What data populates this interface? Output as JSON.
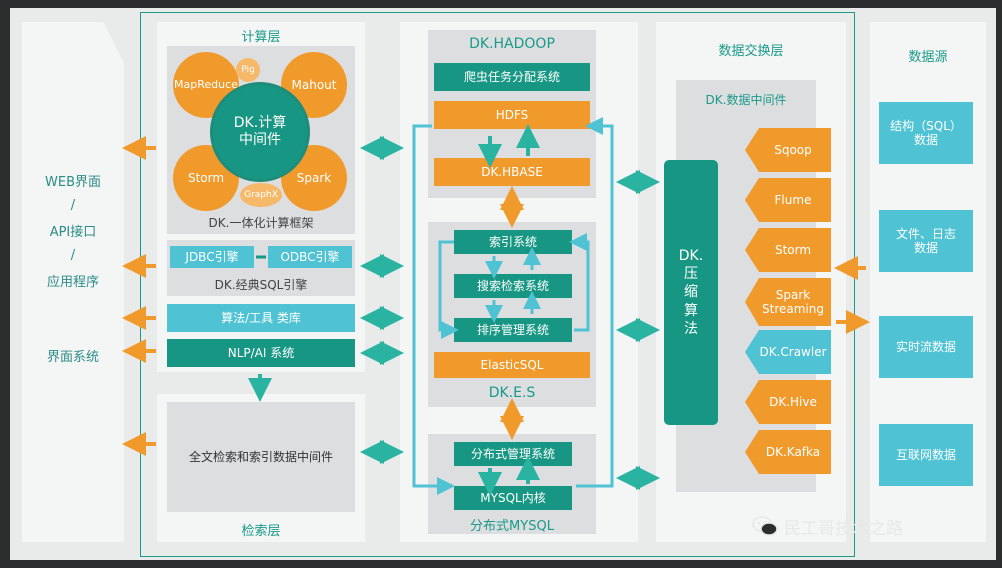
{
  "left_labels": [
    "WEB界面",
    "/",
    "API接口",
    "/",
    "应用程序",
    "界面系统"
  ],
  "compute": {
    "title": "计算层",
    "circles": [
      "MapReduce",
      "Pig",
      "Mahout",
      "Storm",
      "GraphX",
      "Spark"
    ],
    "center": "DK.计算\n中间件",
    "caption": "DK.一体化计算框架",
    "jdbc": "JDBC引擎",
    "odbc": "ODBC引擎",
    "sql_caption": "DK.经典SQL引擎",
    "algo": "算法/工具 类库",
    "nlp": "NLP/AI 系统"
  },
  "search": {
    "fulltext": "全文检索和索引数据中间件",
    "title": "检索层"
  },
  "hadoop": {
    "title": "DK.HADOOP",
    "crawler": "爬虫任务分配系统",
    "hdfs": "HDFS",
    "hbase": "DK.HBASE"
  },
  "es": {
    "index": "索引系统",
    "search": "搜索检索系统",
    "sort": "排序管理系统",
    "elastic": "ElasticSQL",
    "title": "DK.E.S"
  },
  "mysql": {
    "dist": "分布式管理系统",
    "core": "MYSQL内核",
    "title": "分布式MYSQL"
  },
  "exchange": {
    "title": "数据交换层",
    "middleware": "DK.数据中间件",
    "compress": "DK.\n压\n缩\n算\n法",
    "tools": [
      "Sqoop",
      "Flume",
      "Storm",
      "Spark\nStreaming",
      "DK.Crawler",
      "DK.Hive",
      "DK.Kafka"
    ]
  },
  "sources": {
    "title": "数据源",
    "items": [
      "结构（SQL）\n数据",
      "文件、日志\n数据",
      "实时流数据",
      "互联网数据"
    ]
  },
  "watermark": "民工哥技术之路",
  "colors": {
    "teal": "#179783",
    "cyan": "#4fc3d4",
    "orange": "#f19a2c",
    "arrow": "#2ab3a0"
  }
}
